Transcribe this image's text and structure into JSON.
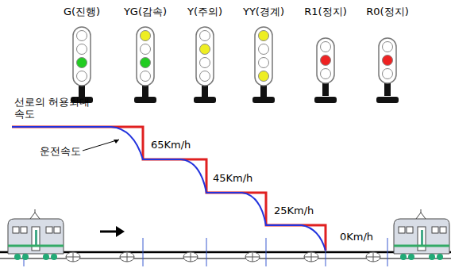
{
  "diagram": {
    "labels": [
      "G(진행)",
      "YG(감속)",
      "Y(주의)",
      "YY(경계)",
      "R1(정지)",
      "R0(정지)",
      "선로의 허용최대속도",
      "운전속도",
      "65Km/h",
      "45Km/h",
      "25Km/h",
      "0Km/h"
    ]
  }
}
